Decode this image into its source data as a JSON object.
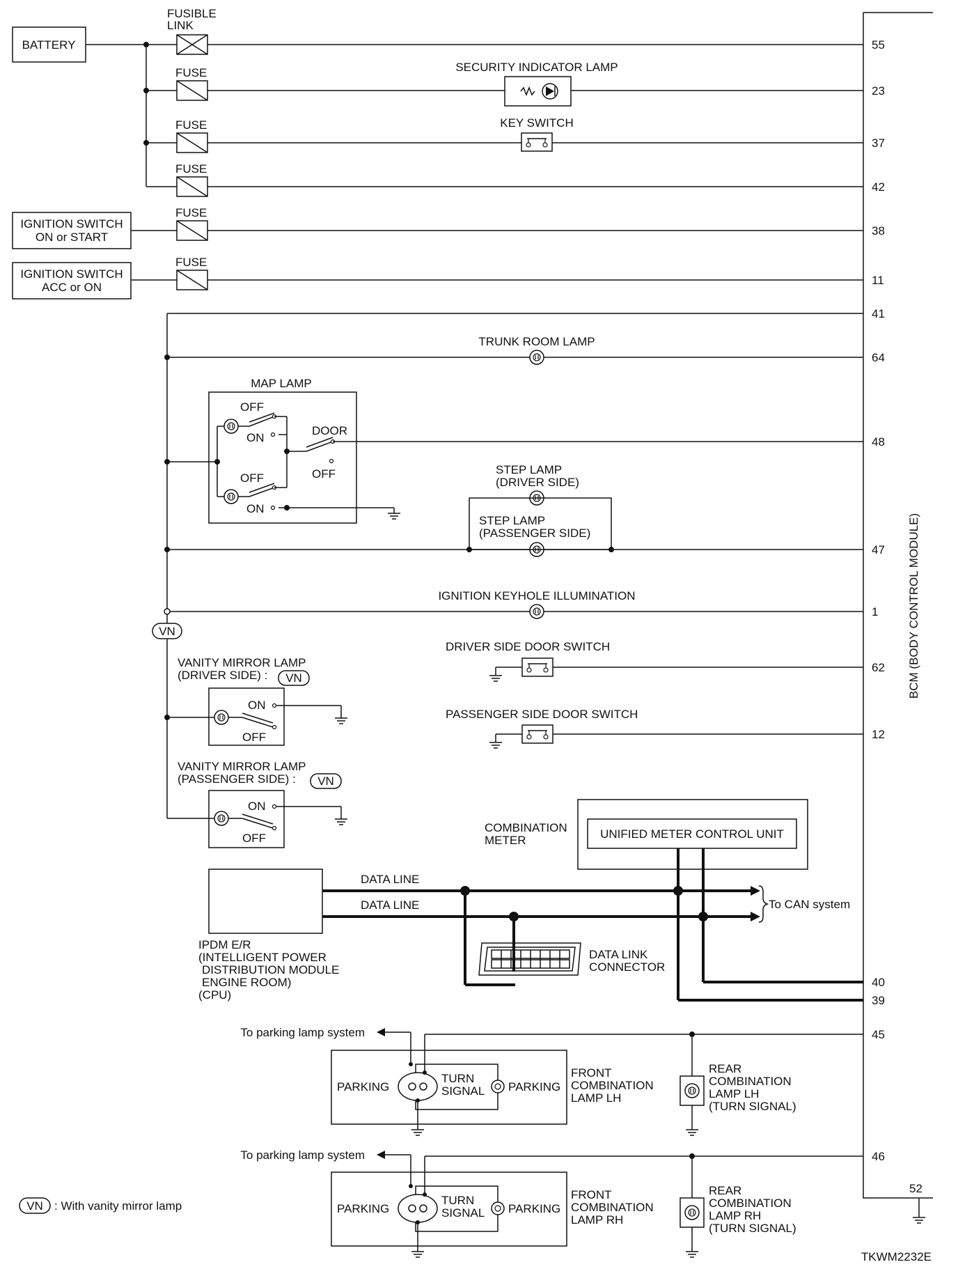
{
  "sources": {
    "battery": "BATTERY",
    "fusible_link": [
      "FUSIBLE",
      "LINK"
    ],
    "fuse": "FUSE",
    "ign_on_start": [
      "IGNITION SWITCH",
      "ON or START"
    ],
    "ign_acc_on": [
      "IGNITION SWITCH",
      "ACC or ON"
    ]
  },
  "components": {
    "security_lamp": "SECURITY INDICATOR LAMP",
    "key_switch": "KEY SWITCH",
    "trunk_lamp": "TRUNK ROOM LAMP",
    "map_lamp": "MAP LAMP",
    "sw_off": "OFF",
    "sw_on": "ON",
    "sw_door": "DOOR",
    "step_driver": [
      "STEP LAMP",
      "(DRIVER SIDE)"
    ],
    "step_passenger": [
      "STEP LAMP",
      "(PASSENGER SIDE)"
    ],
    "keyhole": "IGNITION KEYHOLE ILLUMINATION",
    "vn_tag": "VN",
    "vanity_driver": [
      "VANITY MIRROR LAMP",
      "(DRIVER SIDE) :"
    ],
    "vanity_passenger": [
      "VANITY MIRROR LAMP",
      "(PASSENGER SIDE) :"
    ],
    "driver_door_sw": "DRIVER SIDE DOOR SWITCH",
    "passenger_door_sw": "PASSENGER SIDE DOOR SWITCH",
    "combination_meter": [
      "COMBINATION",
      "METER"
    ],
    "unified_meter": "UNIFIED METER CONTROL UNIT",
    "data_line": "DATA LINE",
    "can_system": "To CAN system",
    "ipdm": [
      "IPDM E/R",
      "(INTELLIGENT POWER",
      "DISTRIBUTION MODULE",
      "ENGINE ROOM)",
      "(CPU)"
    ],
    "data_link": [
      "DATA LINK",
      "CONNECTOR"
    ],
    "to_parking": "To parking lamp system",
    "parking": "PARKING",
    "turn_signal": [
      "TURN",
      "SIGNAL"
    ],
    "front_lh": [
      "FRONT",
      "COMBINATION",
      "LAMP LH"
    ],
    "front_rh": [
      "FRONT",
      "COMBINATION",
      "LAMP RH"
    ],
    "rear_lh": [
      "REAR",
      "COMBINATION",
      "LAMP LH",
      "(TURN SIGNAL)"
    ],
    "rear_rh": [
      "REAR",
      "COMBINATION",
      "LAMP RH",
      "(TURN SIGNAL)"
    ]
  },
  "bcm": {
    "label": "BCM (BODY CONTROL MODULE)",
    "pins": [
      "55",
      "23",
      "37",
      "42",
      "38",
      "11",
      "41",
      "64",
      "48",
      "47",
      "1",
      "62",
      "12",
      "40",
      "39",
      "45",
      "46",
      "52"
    ]
  },
  "footnote": ": With vanity mirror lamp",
  "drawing_code": "TKWM2232E"
}
